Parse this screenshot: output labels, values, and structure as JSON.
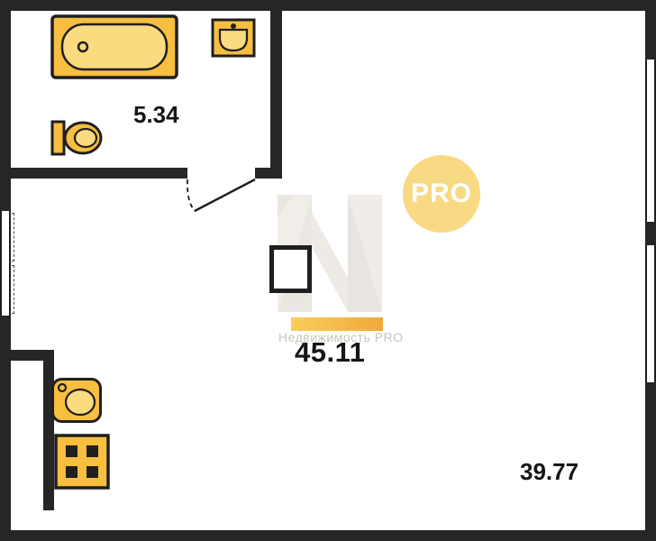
{
  "floor_plan": {
    "areas": {
      "bathroom": {
        "label": "5.34"
      },
      "living_room": {
        "label": "39.77"
      },
      "total": {
        "label": "45.11"
      }
    },
    "watermark": {
      "badge_label": "PRO",
      "brand_text": "Недвижимость PRO"
    },
    "colors": {
      "wall": "#262626",
      "fixture_fill": "#F7BE3F",
      "fixture_inner_fill": "#FBDB80",
      "fixture_stroke": "#1F1F1F",
      "accent_bar_yellow": "#F0A93B",
      "badge_circle": "#F8DA85",
      "badge_text": "#FFFFFF",
      "watermark_gray": "#EDEAE5"
    },
    "icons": [
      "bathtub-icon",
      "bathroom-sink-icon",
      "toilet-icon",
      "kitchen-sink-icon",
      "stove-icon",
      "door-swing-icon",
      "watermark-logo-icon",
      "pro-badge"
    ]
  }
}
